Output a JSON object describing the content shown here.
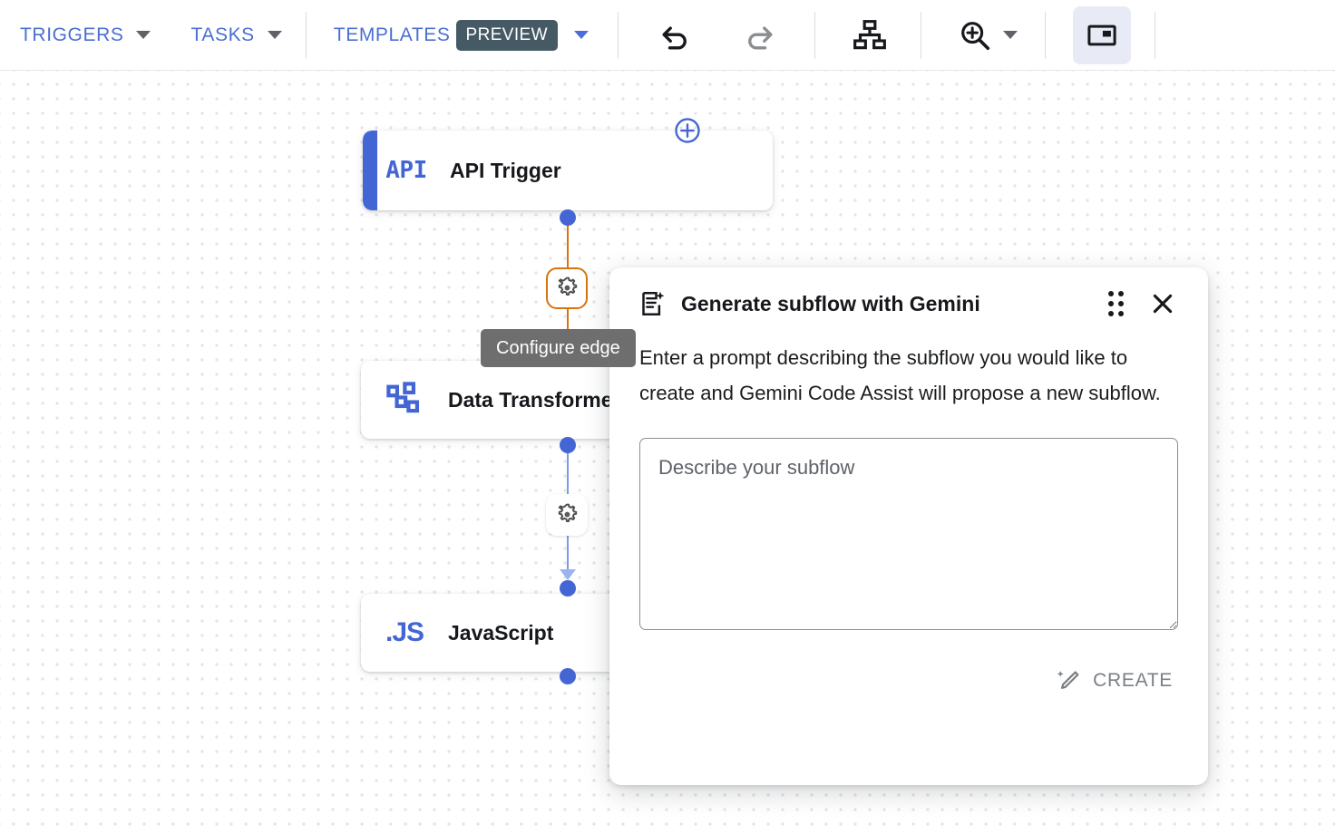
{
  "toolbar": {
    "menus": [
      {
        "label": "TRIGGERS",
        "icon": "chevron-down-icon"
      },
      {
        "label": "TASKS",
        "icon": "chevron-down-icon"
      }
    ],
    "templates": {
      "label": "TEMPLATES",
      "badge": "PREVIEW"
    },
    "icons": {
      "undo": "undo-icon",
      "redo": "redo-icon",
      "auto_layout": "hierarchy-layout-icon",
      "zoom": "zoom-in-icon",
      "zoom_caret": "chevron-down-icon",
      "minimap": "picture-in-picture-icon"
    },
    "accent_color": "#4a6fd4",
    "badge_bg": "#455a64",
    "active_btn_bg": "#e8eaf6"
  },
  "canvas": {
    "grid_dot_color": "#e3e4eb",
    "nodes": [
      {
        "id": "api-trigger",
        "label": "API Trigger",
        "glyph": "API",
        "icon": "api-icon",
        "accent_color": "#4466d4",
        "has_accent_bar": true
      },
      {
        "id": "data-transformer",
        "label": "Data Transformer",
        "icon": "data-transformer-icon",
        "accent_color": "#4466d4",
        "has_accent_bar": false
      },
      {
        "id": "javascript",
        "label": "JavaScript",
        "glyph": ".JS",
        "icon": "javascript-icon",
        "accent_color": "#4466d4",
        "has_accent_bar": false
      }
    ],
    "edges": [
      {
        "id": "edge-1",
        "from": "api-trigger",
        "to": "data-transformer",
        "color": "#d9730d",
        "badge": "gear-icon",
        "selected": true
      },
      {
        "id": "edge-2",
        "from": "data-transformer",
        "to": "javascript",
        "color": "#7c9ae8",
        "badge": "gear-icon",
        "selected": false
      }
    ],
    "add_node_button": "add-node-icon",
    "tooltip": "Configure edge",
    "tooltip_bg": "#6e6e6e"
  },
  "dialog": {
    "title": "Generate subflow with Gemini",
    "title_icon": "gemini-document-sparkle-icon",
    "drag_handle_icon": "drag-handle-icon",
    "close_icon": "close-icon",
    "description": "Enter a prompt describing the subflow you would like to create and Gemini Code Assist will propose a new subflow.",
    "textarea": {
      "placeholder": "Describe your subflow",
      "value": ""
    },
    "create_button": {
      "label": "CREATE",
      "icon": "magic-wand-icon",
      "disabled": true,
      "color": "#7b7f85"
    }
  }
}
